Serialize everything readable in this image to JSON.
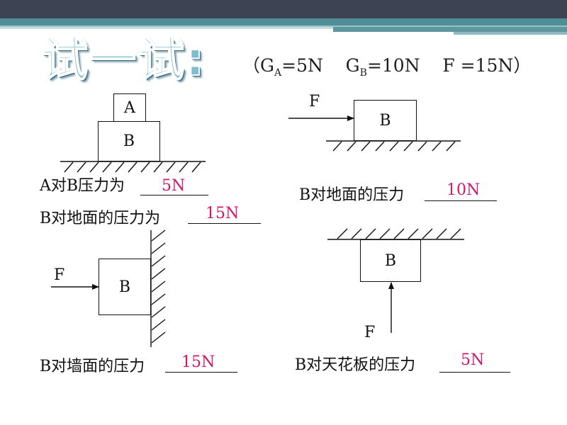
{
  "title": "试一试:",
  "given": {
    "ga_label": "G",
    "ga_sub": "A",
    "ga_val": "=5N",
    "gb_label": "G",
    "gb_sub": "B",
    "gb_val": "=10N",
    "f_val": "F =15N",
    "open_paren": "（",
    "close_paren": "）"
  },
  "diagram1": {
    "box_a": "A",
    "box_b": "B",
    "q1": "A对B压力为",
    "a1": "5N",
    "q2": "B对地面的压力为",
    "a2": "15N"
  },
  "diagram2": {
    "force": "F",
    "box": "B",
    "q": "B对地面的压力",
    "a": "10N"
  },
  "diagram3": {
    "force": "F",
    "box": "B",
    "q": "B对墙面的压力",
    "a": "15N"
  },
  "diagram4": {
    "force": "F",
    "box": "B",
    "q": "B对天花板的压力",
    "a": "5N"
  },
  "colors": {
    "answer": "#d1186d",
    "title": "#7fbcd0",
    "bar_dark": "#3b4150",
    "bar_teal": "#4f8d97"
  }
}
